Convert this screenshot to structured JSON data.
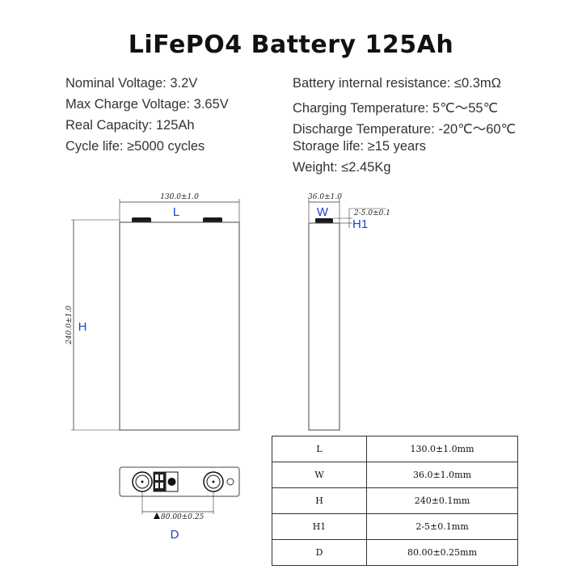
{
  "title": "LiFePO4 Battery 125Ah",
  "specs_left": [
    "Nominal Voltage: 3.2V",
    "Max Charge Voltage: 3.65V",
    "Real Capacity: 125Ah",
    "Cycle life: ≥5000 cycles"
  ],
  "specs_right": [
    "Battery internal resistance: ≤0.3mΩ",
    "Charging Temperature: 5℃～55℃",
    "Discharge Temperature: -20℃～60℃",
    "Storage life: ≥15 years",
    "Weight: ≤2.45Kg"
  ],
  "drawing": {
    "front_width_dim": "130.0±1.0",
    "front_height_dim": "240.0±1.0",
    "side_width_dim": "36.0±1.0",
    "side_terminal_dim": "2-5.0±0.1",
    "top_terminal_dim": "80.00±0.25",
    "label_L": "L",
    "label_H": "H",
    "label_W": "W",
    "label_H1": "H1",
    "label_D": "D"
  },
  "dimension_table": [
    {
      "key": "L",
      "value": "130.0±1.0mm"
    },
    {
      "key": "W",
      "value": "36.0±1.0mm"
    },
    {
      "key": "H",
      "value": "240±0.1mm"
    },
    {
      "key": "H1",
      "value": "2-5±0.1mm"
    },
    {
      "key": "D",
      "value": "80.00±0.25mm"
    }
  ]
}
